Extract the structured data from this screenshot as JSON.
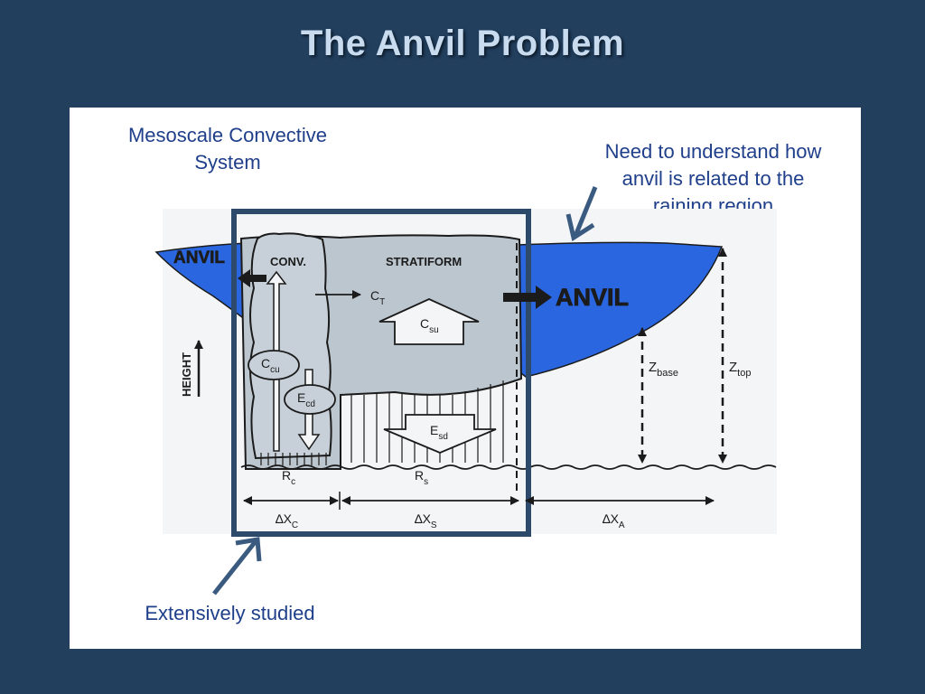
{
  "slide": {
    "title": "The Anvil Problem"
  },
  "callouts": {
    "mcs_line1": "Mesoscale Convective",
    "mcs_line2": "System",
    "need_line1": "Need to understand how",
    "need_line2": "anvil is related to the",
    "need_line3": "raining region",
    "studied": "Extensively studied"
  },
  "diagram": {
    "anvil_left": "ANVIL",
    "anvil_right": "ANVIL",
    "conv": "CONV.",
    "stratiform": "STRATIFORM",
    "height": "HEIGHT",
    "c_t": "C",
    "c_t_sub": "T",
    "c_su": "C",
    "c_su_sub": "su",
    "c_cu": "C",
    "c_cu_sub": "cu",
    "e_cd": "E",
    "e_cd_sub": "cd",
    "e_sd": "E",
    "e_sd_sub": "sd",
    "r_c": "R",
    "r_c_sub": "c",
    "r_s": "R",
    "r_s_sub": "s",
    "z_base": "Z",
    "z_base_sub": "base",
    "z_top": "Z",
    "z_top_sub": "top",
    "dx_c": "∆X",
    "dx_c_sub": "C",
    "dx_s": "∆X",
    "dx_s_sub": "S",
    "dx_a": "∆X",
    "dx_a_sub": "A"
  },
  "colors": {
    "background": "#223f5e",
    "title": "#c9dcef",
    "anvil_blue": "#2a66e0",
    "cloud_gray": "#bcc6cf",
    "box_border": "#2e4a6b",
    "callout_text": "#1f3f8a",
    "anvil_label": "#ffd400"
  }
}
